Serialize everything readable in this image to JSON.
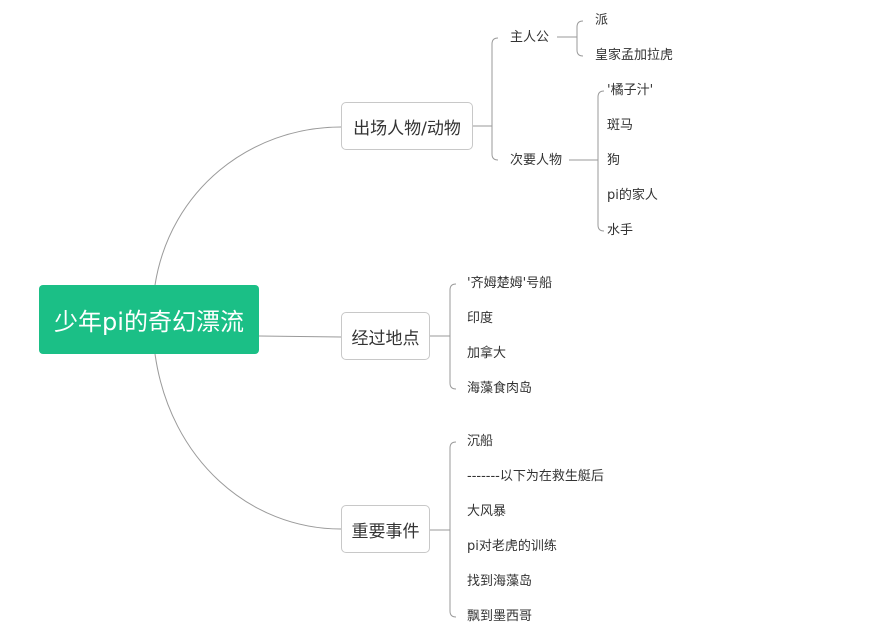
{
  "root": "少年pi的奇幻漂流",
  "branches": {
    "characters": {
      "label": "出场人物/动物",
      "main": {
        "label": "主人公",
        "items": [
          "派",
          "皇家孟加拉虎"
        ]
      },
      "secondary": {
        "label": "次要人物",
        "items": [
          "'橘子汁'",
          "斑马",
          "狗",
          "pi的家人",
          "水手"
        ]
      }
    },
    "places": {
      "label": "经过地点",
      "items": [
        "'齐姆楚姆'号船",
        "印度",
        "加拿大",
        "海藻食肉岛"
      ]
    },
    "events": {
      "label": "重要事件",
      "items": [
        "沉船",
        "-------以下为在救生艇后",
        "大风暴",
        "pi对老虎的训练",
        "找到海藻岛",
        "飘到墨西哥"
      ]
    }
  }
}
